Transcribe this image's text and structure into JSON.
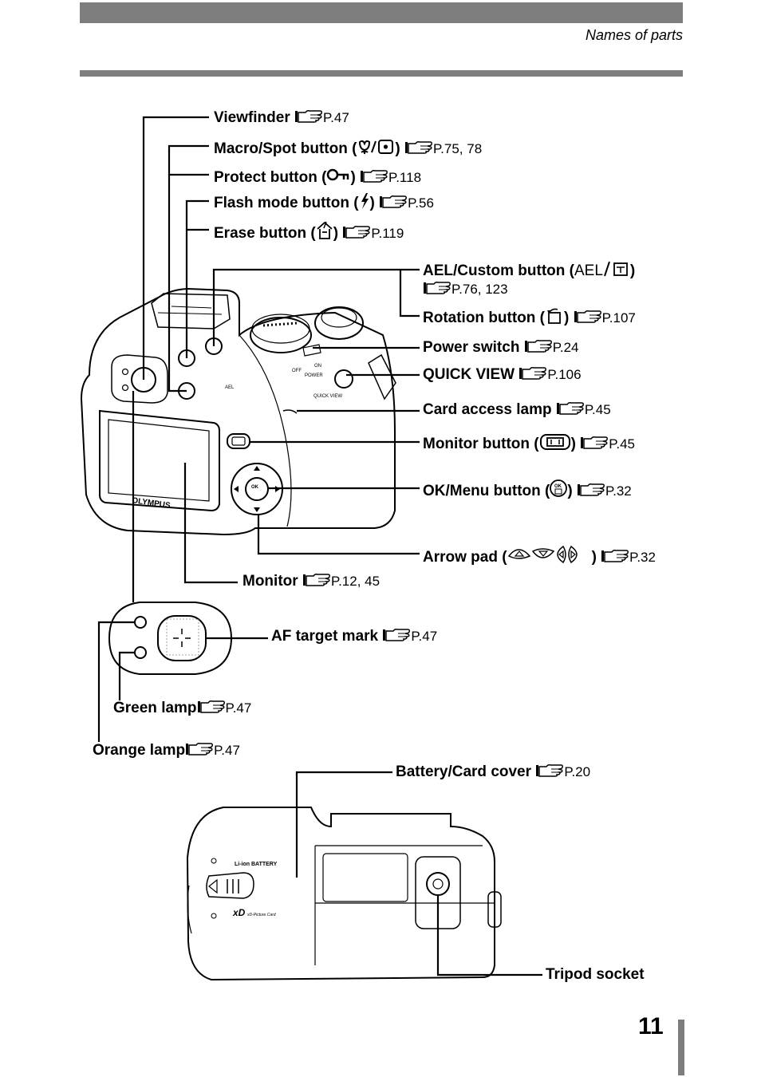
{
  "header": {
    "section_title": "Names of parts",
    "rule_color": "#7d7d7d"
  },
  "labels": {
    "viewfinder": {
      "name": "Viewfinder",
      "ref": "P.47"
    },
    "macro_spot": {
      "name": "Macro/Spot button (",
      "close": ")",
      "ref": "P.75, 78"
    },
    "protect": {
      "name": "Protect button (",
      "close": ")",
      "ref": "P.118"
    },
    "flash_mode": {
      "name": "Flash mode button (",
      "close": ")",
      "ref": "P.56"
    },
    "erase": {
      "name": "Erase button (",
      "close": ")",
      "ref": "P.119"
    },
    "ael_custom": {
      "name": "AEL/Custom button (",
      "sym": "AEL",
      "close": ")",
      "ref": "P.76, 123"
    },
    "rotation": {
      "name": "Rotation button (",
      "close": ")",
      "ref": "P.107"
    },
    "power_switch": {
      "name": "Power switch",
      "ref": "P.24"
    },
    "quick_view": {
      "name": "QUICK VIEW",
      "ref": "P.106"
    },
    "card_access_lamp": {
      "name": "Card access lamp",
      "ref": "P.45"
    },
    "monitor_button": {
      "name": "Monitor button (",
      "close": ")",
      "ref": "P.45"
    },
    "ok_menu": {
      "name": "OK/Menu button (",
      "close": ")",
      "ref": "P.32"
    },
    "arrow_pad": {
      "name": "Arrow pad (",
      "close": ")",
      "ref": "P.32"
    },
    "monitor": {
      "name": "Monitor",
      "ref": "P.12, 45"
    },
    "af_target": {
      "name": "AF target mark",
      "ref": "P.47"
    },
    "green_lamp": {
      "name": "Green lamp",
      "ref": "P.47"
    },
    "orange_lamp": {
      "name": "Orange lamp",
      "ref": "P.47"
    },
    "battery_cover": {
      "name": "Battery/Card cover",
      "ref": "P.20"
    },
    "tripod_socket": {
      "name": "Tripod socket"
    }
  },
  "camera_markings": {
    "brand": "OLYMPUS",
    "off": "OFF",
    "on": "ON",
    "power": "POWER",
    "quick_view": "QUICK VIEW",
    "ael": "AEL",
    "ok": "OK",
    "battery": "Li-ion BATTERY",
    "xd_logo": "xD",
    "xd_text": "xD-Picture Card"
  },
  "icons": [
    "reference-hand-icon",
    "macro-tulip-icon",
    "spot-icon",
    "protect-key-icon",
    "flash-bolt-icon",
    "erase-trash-icon",
    "custom-icon",
    "rotation-icon",
    "monitor-icon",
    "ok-menu-icon",
    "arrow-pad-icons"
  ],
  "page_number": "11"
}
